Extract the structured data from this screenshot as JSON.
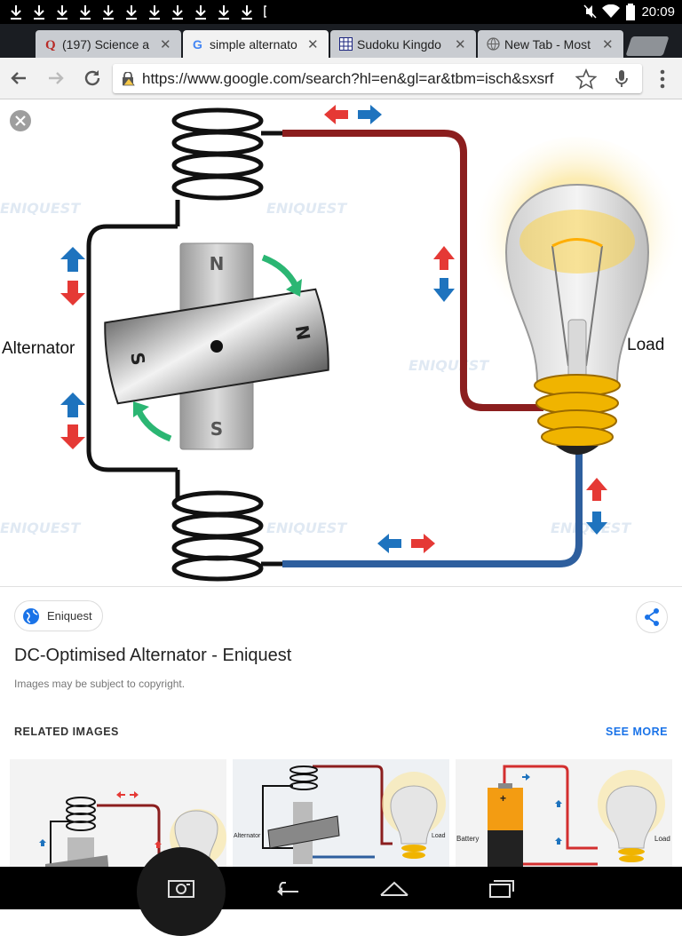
{
  "status_bar": {
    "time": "20:09",
    "icons": [
      "download-icon",
      "download-icon",
      "download-icon",
      "download-icon",
      "download-icon",
      "download-icon",
      "download-icon",
      "download-icon",
      "download-icon",
      "download-icon",
      "download-icon",
      "image-icon",
      "mute-icon",
      "wifi-icon",
      "battery-icon"
    ]
  },
  "tabs": [
    {
      "label": "(197) Science a",
      "icon": "quora-icon",
      "active": false
    },
    {
      "label": "simple alternato",
      "icon": "google-icon",
      "active": true
    },
    {
      "label": "Sudoku Kingdo",
      "icon": "sudoku-icon",
      "active": false
    },
    {
      "label": "New Tab - Most",
      "icon": "globe-icon",
      "active": false
    }
  ],
  "toolbar": {
    "url": "https://www.google.com/search?hl=en&gl=ar&tbm=isch&sxsrf"
  },
  "image": {
    "labels": {
      "alternator": "Alternator",
      "load": "Load",
      "north": "N",
      "south": "S"
    },
    "watermark": "ENIQUEST"
  },
  "info": {
    "source": "Eniquest",
    "title": "DC-Optimised Alternator - Eniquest",
    "copyright": "Images may be subject to copyright.",
    "related_heading": "RELATED IMAGES",
    "see_more": "SEE MORE"
  },
  "related": [
    {
      "labels": [
        "",
        ""
      ]
    },
    {
      "labels": [
        "Alternator",
        "Load"
      ]
    },
    {
      "labels": [
        "Battery",
        "Load"
      ]
    }
  ],
  "colors": {
    "red_wire": "#8b1e1e",
    "blue_wire": "#2e5f9e",
    "link": "#1a73e8"
  }
}
